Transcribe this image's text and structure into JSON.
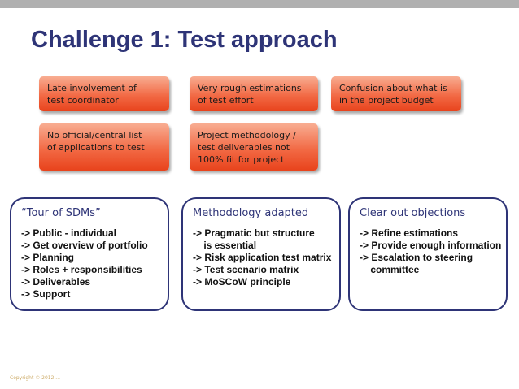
{
  "slide": {
    "title": "Challenge 1: Test approach",
    "footer": "Copyright © 2012 ..."
  },
  "issues": [
    {
      "lines": [
        "Late involvement of",
        "test coordinator"
      ]
    },
    {
      "lines": [
        "Very rough estimations",
        "of test effort"
      ]
    },
    {
      "lines": [
        "Confusion about what is",
        "in the project budget"
      ]
    },
    {
      "lines": [
        "No official/central list",
        "of applications to test"
      ]
    },
    {
      "lines": [
        "Project methodology /",
        "test deliverables not",
        "100% fit for project"
      ]
    }
  ],
  "panels": [
    {
      "title": "“Tour of SDMs”",
      "items": [
        "-> Public - individual",
        "-> Get overview of portfolio",
        "-> Planning",
        "-> Roles + responsibilities",
        "-> Deliverables",
        "-> Support"
      ]
    },
    {
      "title": "Methodology adapted",
      "items": [
        "-> Pragmatic but structure",
        "    is essential",
        "-> Risk application test matrix",
        "-> Test scenario matrix",
        "-> MoSCoW principle"
      ]
    },
    {
      "title": "Clear out objections",
      "items": [
        "-> Refine estimations",
        "-> Provide enough information",
        "-> Escalation to steering",
        "    committee"
      ]
    }
  ],
  "colors": {
    "title": "#2e3477",
    "issue_fill": "#f26a45",
    "panel_border": "#2e3477"
  }
}
